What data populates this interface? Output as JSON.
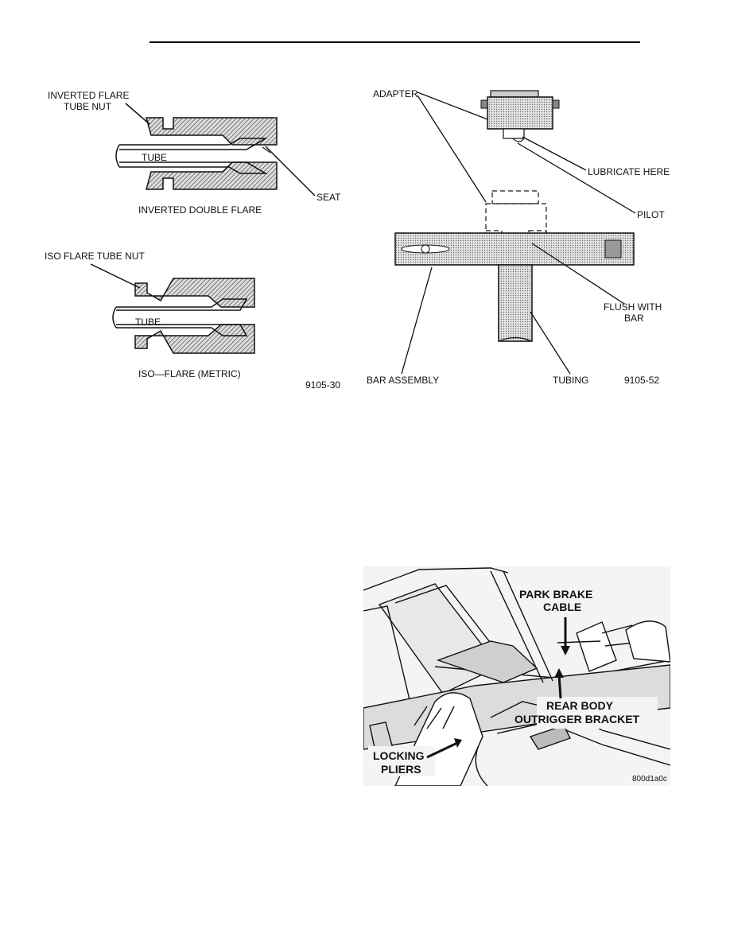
{
  "figure1": {
    "label_inverted_nut_1": "INVERTED FLARE",
    "label_inverted_nut_2": "TUBE NUT",
    "label_tube_top": "TUBE",
    "label_seat": "SEAT",
    "caption_inverted": "INVERTED DOUBLE FLARE",
    "label_iso_nut": "ISO FLARE TUBE NUT",
    "label_tube_bottom": "TUBE",
    "caption_iso": "ISO—FLARE (METRIC)",
    "code": "9105-30"
  },
  "figure2": {
    "label_adapter": "ADAPTER",
    "label_lubricate": "LUBRICATE HERE",
    "label_pilot": "PILOT",
    "label_flush_1": "FLUSH WITH",
    "label_flush_2": "BAR",
    "label_bar_assembly": "BAR ASSEMBLY",
    "label_tubing": "TUBING",
    "code": "9105-52"
  },
  "figure3": {
    "label_park_1": "PARK BRAKE",
    "label_park_2": "CABLE",
    "label_rear_1": "REAR BODY",
    "label_rear_2": "OUTRIGGER BRACKET",
    "label_locking_1": "LOCKING",
    "label_locking_2": "PLIERS",
    "code": "800d1a0c"
  }
}
